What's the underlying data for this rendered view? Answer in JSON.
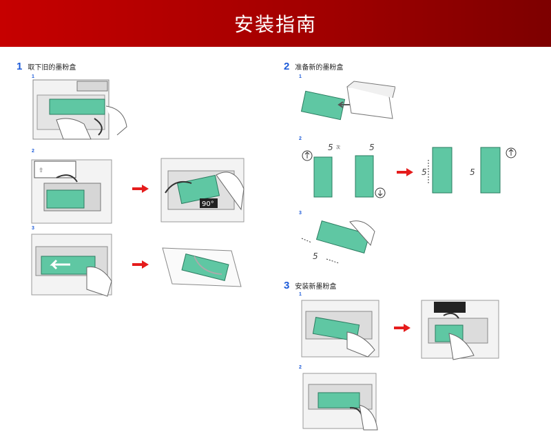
{
  "header": {
    "title": "安装指南"
  },
  "colors": {
    "header_red": "#b30000",
    "accent_blue": "#1d5bd8",
    "toner_green": "#5fc7a3",
    "arrow_red": "#e51c1c"
  },
  "steps": [
    {
      "number": "1",
      "title": "取下旧的墨粉盒",
      "substeps": [
        "1",
        "2",
        "3"
      ]
    },
    {
      "number": "2",
      "title": "准备新的墨粉盒",
      "substeps": [
        "1",
        "2",
        "3"
      ]
    },
    {
      "number": "3",
      "title": "安装新墨粉盒",
      "substeps": [
        "1",
        "2"
      ]
    }
  ],
  "labels": {
    "rotate_90": "90°",
    "shake_count": "5",
    "shake_unit": "次"
  }
}
